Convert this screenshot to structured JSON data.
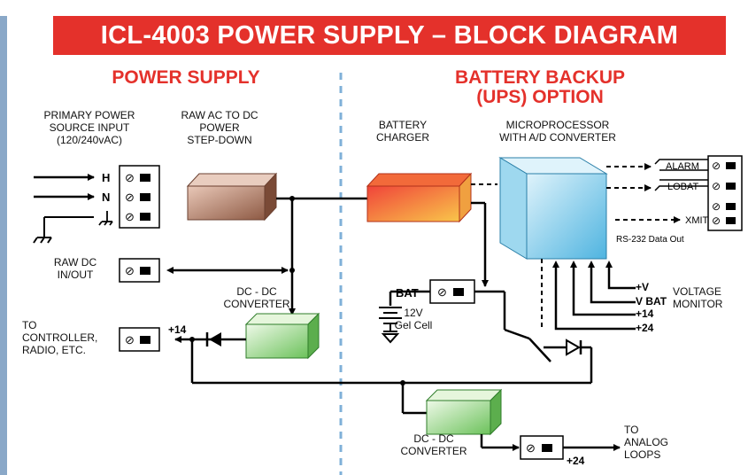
{
  "title": "ICL-4003 POWER SUPPLY – BLOCK DIAGRAM",
  "sections": {
    "left": "POWER SUPPLY",
    "right_line1": "BATTERY BACKUP",
    "right_line2": "(UPS) OPTION"
  },
  "labels": {
    "primary_power_1": "PRIMARY POWER",
    "primary_power_2": "SOURCE INPUT",
    "primary_power_3": "(120/240vAC)",
    "raw_ac_1": "RAW AC TO DC",
    "raw_ac_2": "POWER",
    "raw_ac_3": "STEP-DOWN",
    "battery_charger_1": "BATTERY",
    "battery_charger_2": "CHARGER",
    "micro_1": "MICROPROCESSOR",
    "micro_2": "WITH A/D CONVERTER",
    "terminal_h": "H",
    "terminal_n": "N",
    "raw_dc_1": "RAW DC",
    "raw_dc_2": "IN/OUT",
    "dcdc_upper_1": "DC - DC",
    "dcdc_upper_2": "CONVERTER",
    "to_controller_1": "TO",
    "to_controller_2": "CONTROLLER,",
    "to_controller_3": "RADIO, ETC.",
    "plus14_left": "+14",
    "bat": "BAT",
    "battery_1": "12V",
    "battery_2": "Gel Cell",
    "alarm": "ALARM",
    "lobat": "LOBAT",
    "xmit": "XMIT",
    "rs232": "RS-232 Data Out",
    "mon_v": "+V",
    "mon_vbat": "V BAT",
    "mon_14": "+14",
    "mon_24": "+24",
    "voltage_1": "VOLTAGE",
    "voltage_2": "MONITOR",
    "dcdc_lower_1": "DC - DC",
    "dcdc_lower_2": "CONVERTER",
    "plus24_bottom": "+24",
    "to_analog_1": "TO",
    "to_analog_2": "ANALOG",
    "to_analog_3": "LOOPS"
  },
  "colors": {
    "title_bg": "#e4312b",
    "section_text": "#e4312b",
    "divider": "#7fb0d8",
    "step_down_box": "#b07a5e",
    "charger_box": "#f07a2a",
    "micro_box": "#6fc4e6",
    "dcdc_box": "#7ccd6b"
  }
}
